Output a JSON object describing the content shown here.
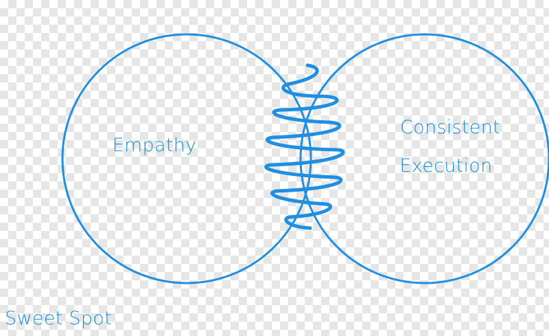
{
  "diagram": {
    "left_circle": {
      "label": "Empathy"
    },
    "right_circle": {
      "label_line1": "Consistent",
      "label_line2": "Execution"
    },
    "overlap": {
      "fill": "zigzag-scribble"
    },
    "caption": "Sweet Spot",
    "stroke_color": "#1e8fe3"
  }
}
